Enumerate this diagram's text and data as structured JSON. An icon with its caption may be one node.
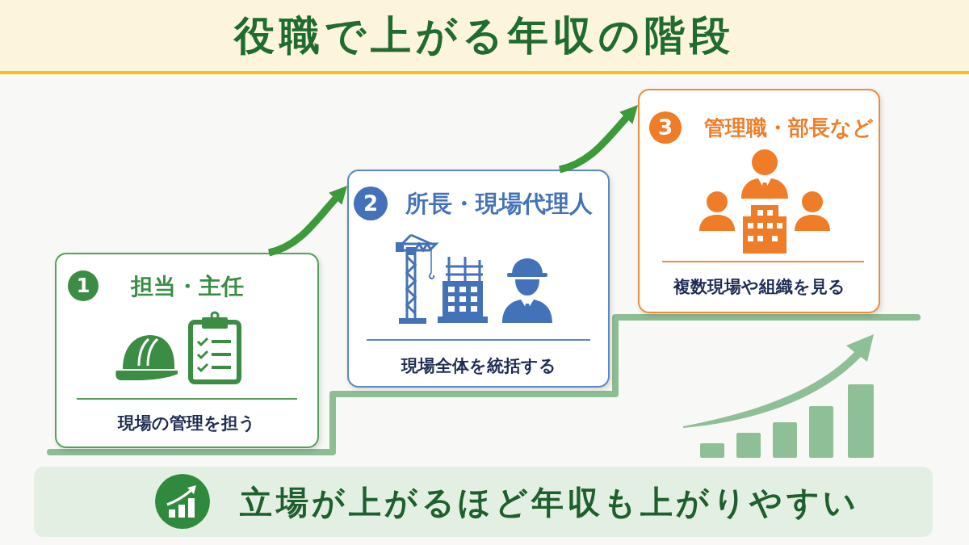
{
  "diagram": {
    "title": "役職で上がる年収の階段",
    "nodes": [
      {
        "text": [
          "1",
          "担当・主任",
          "現場の管理を担う"
        ]
      },
      {
        "text": [
          "2",
          "所長・現場代理人",
          "現場全体を統括する"
        ]
      },
      {
        "text": [
          "3",
          "管理職・部長など",
          "複数現場や組織を見る"
        ]
      },
      {
        "text": [
          "立場が上がるほど年収も上がりやすい"
        ]
      }
    ],
    "edges": [
      {
        "from": 0,
        "to": 1,
        "arrow": "to"
      },
      {
        "from": 1,
        "to": 2,
        "arrow": "to"
      }
    ]
  }
}
